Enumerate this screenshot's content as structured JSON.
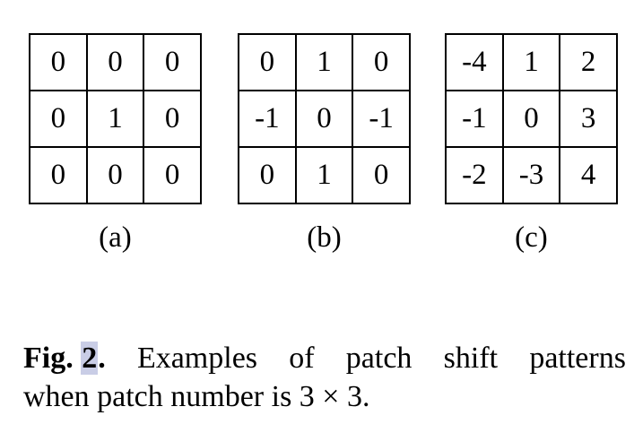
{
  "figures": [
    {
      "label": "(a)",
      "rows": [
        [
          "0",
          "0",
          "0"
        ],
        [
          "0",
          "1",
          "0"
        ],
        [
          "0",
          "0",
          "0"
        ]
      ]
    },
    {
      "label": "(b)",
      "rows": [
        [
          "0",
          "1",
          "0"
        ],
        [
          "-1",
          "0",
          "-1"
        ],
        [
          "0",
          "1",
          "0"
        ]
      ]
    },
    {
      "label": "(c)",
      "rows": [
        [
          "-4",
          "1",
          "2"
        ],
        [
          "-1",
          "0",
          "3"
        ],
        [
          "-2",
          "-3",
          "4"
        ]
      ]
    }
  ],
  "caption": {
    "fig_prefix": "Fig.",
    "fig_number": "2",
    "fig_period": ".",
    "line1_words": [
      "Examples",
      "of",
      "patch",
      "shift",
      "patterns"
    ],
    "line2": "when patch number is 3 × 3."
  }
}
